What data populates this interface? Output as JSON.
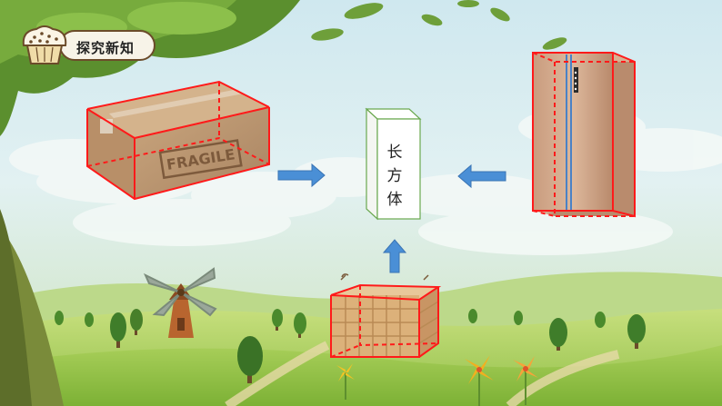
{
  "header": {
    "title": "探究新知"
  },
  "center_label": {
    "chars": [
      "长",
      "方",
      "体"
    ]
  },
  "box_stamp": "FRAGILE",
  "colors": {
    "outline": "#ff1a1a",
    "arrow": "#4a8fd6",
    "prism_border": "#6aa84f"
  }
}
